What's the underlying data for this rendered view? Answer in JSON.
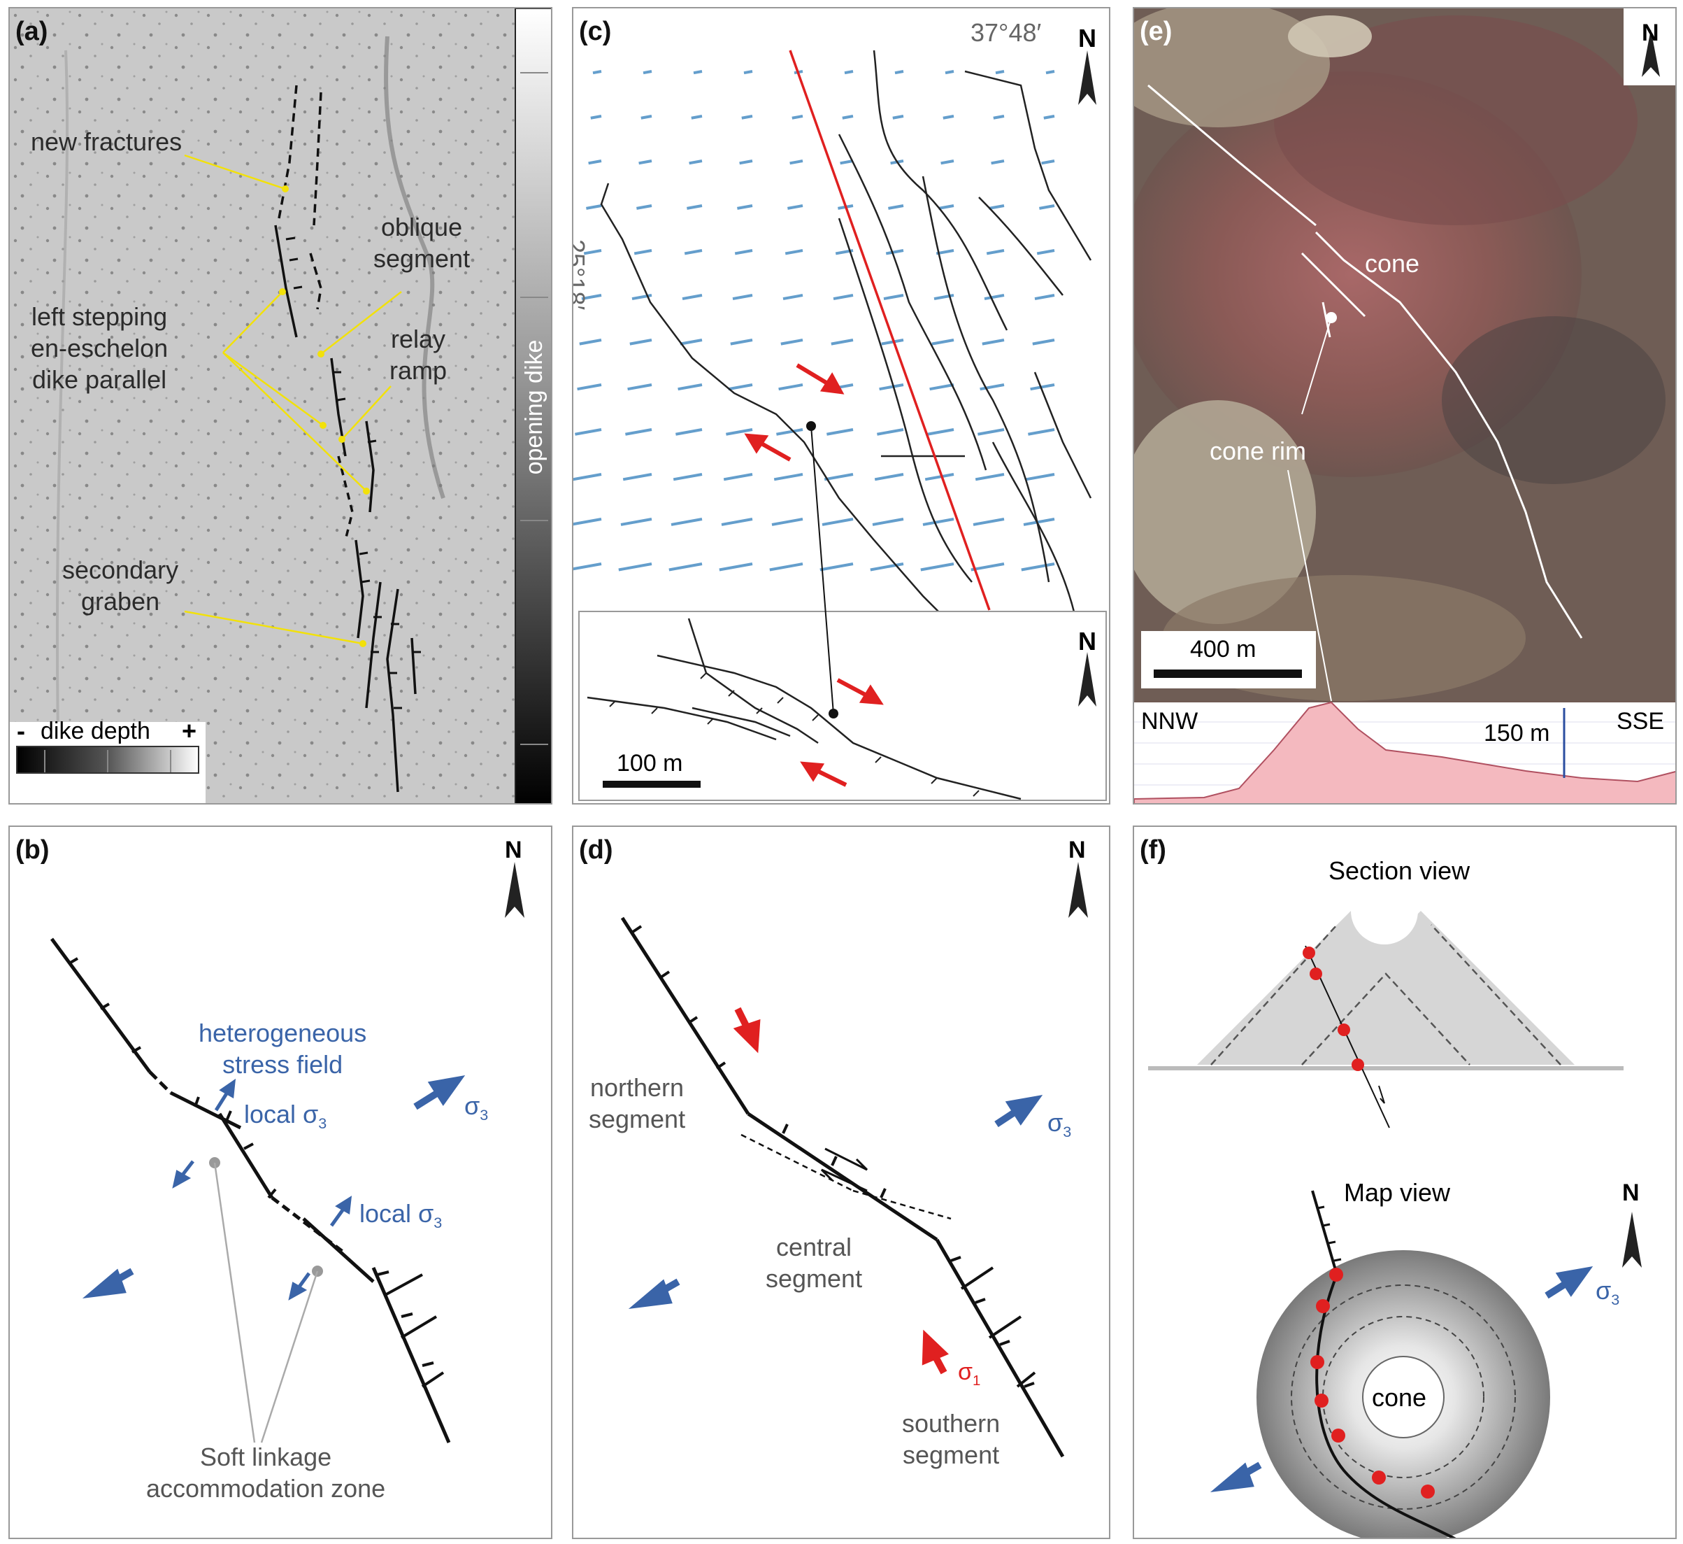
{
  "panels": {
    "a": {
      "label": "(a)",
      "annotations": {
        "new_fractures": "new fractures",
        "oblique_segment": [
          "oblique",
          "segment"
        ],
        "left_stepping": [
          "left stepping",
          "en-eschelon",
          "dike parallel"
        ],
        "relay_ramp": [
          "relay",
          "ramp"
        ],
        "secondary_graben": [
          "secondary",
          "graben"
        ]
      },
      "colorbar_label": "opening dike",
      "depth_legend": {
        "minus": "-",
        "label": "dike depth",
        "plus": "+"
      }
    },
    "b": {
      "label": "(b)",
      "north": "N",
      "heterogeneous": [
        "heterogeneous",
        "stress field"
      ],
      "local_sigma": "local σ",
      "sigma3_sub": "3",
      "sigma_symbol": "σ",
      "soft_linkage": [
        "Soft linkage",
        "accommodation zone"
      ]
    },
    "c": {
      "label": "(c)",
      "north": "N",
      "lon": "37°48′",
      "lat": "25°18′",
      "scale": "100 m"
    },
    "d": {
      "label": "(d)",
      "north": "N",
      "northern_segment": [
        "northern",
        "segment"
      ],
      "central_segment": [
        "central",
        "segment"
      ],
      "southern_segment": [
        "southern",
        "segment"
      ],
      "sigma_symbol": "σ",
      "sigma3_sub": "3",
      "sigma1_sub": "1"
    },
    "e": {
      "label": "(e)",
      "north": "N",
      "cone": "cone",
      "cone_rim": "cone rim",
      "scale": "400 m",
      "profile_left": "NNW",
      "profile_right": "SSE",
      "profile_height": "150 m"
    },
    "f": {
      "label": "(f)",
      "north": "N",
      "section_view": "Section view",
      "map_view": "Map view",
      "cone": "cone",
      "sigma_symbol": "σ",
      "sigma3_sub": "3"
    }
  },
  "colors": {
    "panel_border": "#999999",
    "annotation_yellow": "#f2e10a",
    "stress_blue": "#3a64a8",
    "compression_red": "#e02020",
    "fault_red": "#e02020",
    "terrain_brown": "#7a5a4e",
    "profile_pink": "#f4b9bf"
  }
}
